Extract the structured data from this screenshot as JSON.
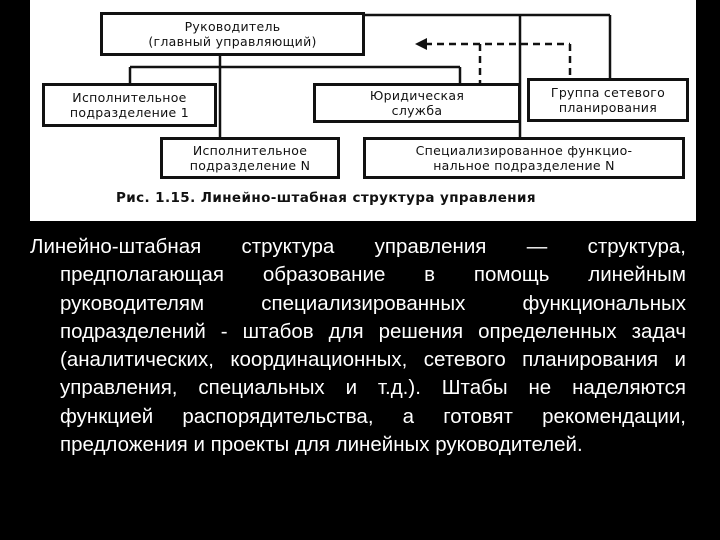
{
  "diagram": {
    "nodes": {
      "head": "Руководитель\n(главный управляющий)",
      "exec1": "Исполнительное\nподразделение 1",
      "legal": "Юридическая\nслужба",
      "network_group": "Группа сетевого\nпланирования",
      "execN": "Исполнительное\nподразделение N",
      "special": "Специализированное функцио-\nнальное подразделение N"
    },
    "caption": "Рис. 1.15. Линейно-штабная структура управления"
  },
  "description": "Линейно-штабная структура управления — структура, предполагающая образование в помощь линейным руководителям специализированных функциональных подразделений - штабов для решения определенных задач (аналитических, координационных, сетевого планирования и управления, специальных и т.д.). Штабы не наделяются функцией распорядительства, а готовят рекомендации, предложения и проекты для линейных руководителей."
}
